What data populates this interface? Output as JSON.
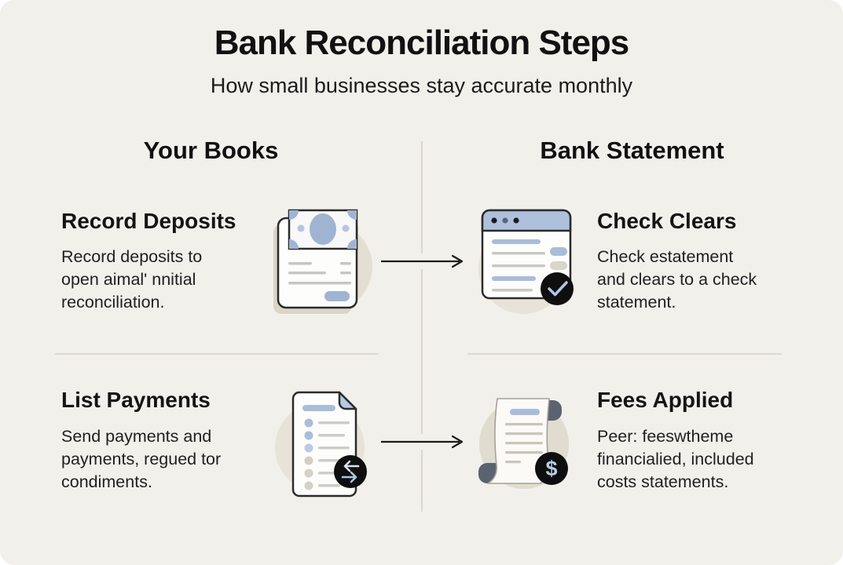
{
  "header": {
    "title": "Bank Reconciliation Steps",
    "subtitle": "How small businesses stay accurate monthly"
  },
  "columns": {
    "left": {
      "header": "Your Books"
    },
    "right": {
      "header": "Bank Statement"
    }
  },
  "steps": [
    {
      "book": {
        "title": "Record Deposits",
        "description": "Record deposits to\nopen aimal' nnitial\nreconciliation.",
        "icon": "money-note-document-icon"
      },
      "connector": "arrow-right",
      "bank": {
        "title": "Check Clears",
        "description": "Check estatement\nand clears to a check\nstatement.",
        "icon": "browser-window-check-icon"
      }
    },
    {
      "book": {
        "title": "List Payments",
        "description": "Send payments and\npayments, regued tor\ncondiments.",
        "icon": "document-list-transfer-icon"
      },
      "connector": "arrow-right",
      "bank": {
        "title": "Fees Applied",
        "description": "Peer: feeswtheme\nfinancialied, included\ncosts statements.",
        "icon": "scroll-dollar-icon"
      }
    }
  ],
  "colors": {
    "background": "#F2F0EA",
    "accent_blue": "#A9BDD9",
    "beige_circle": "#E6E1D5",
    "badge_black": "#0F0F0F",
    "slate_gray": "#5B6370",
    "line_gray": "#C9C9C4",
    "text": "#151515"
  }
}
